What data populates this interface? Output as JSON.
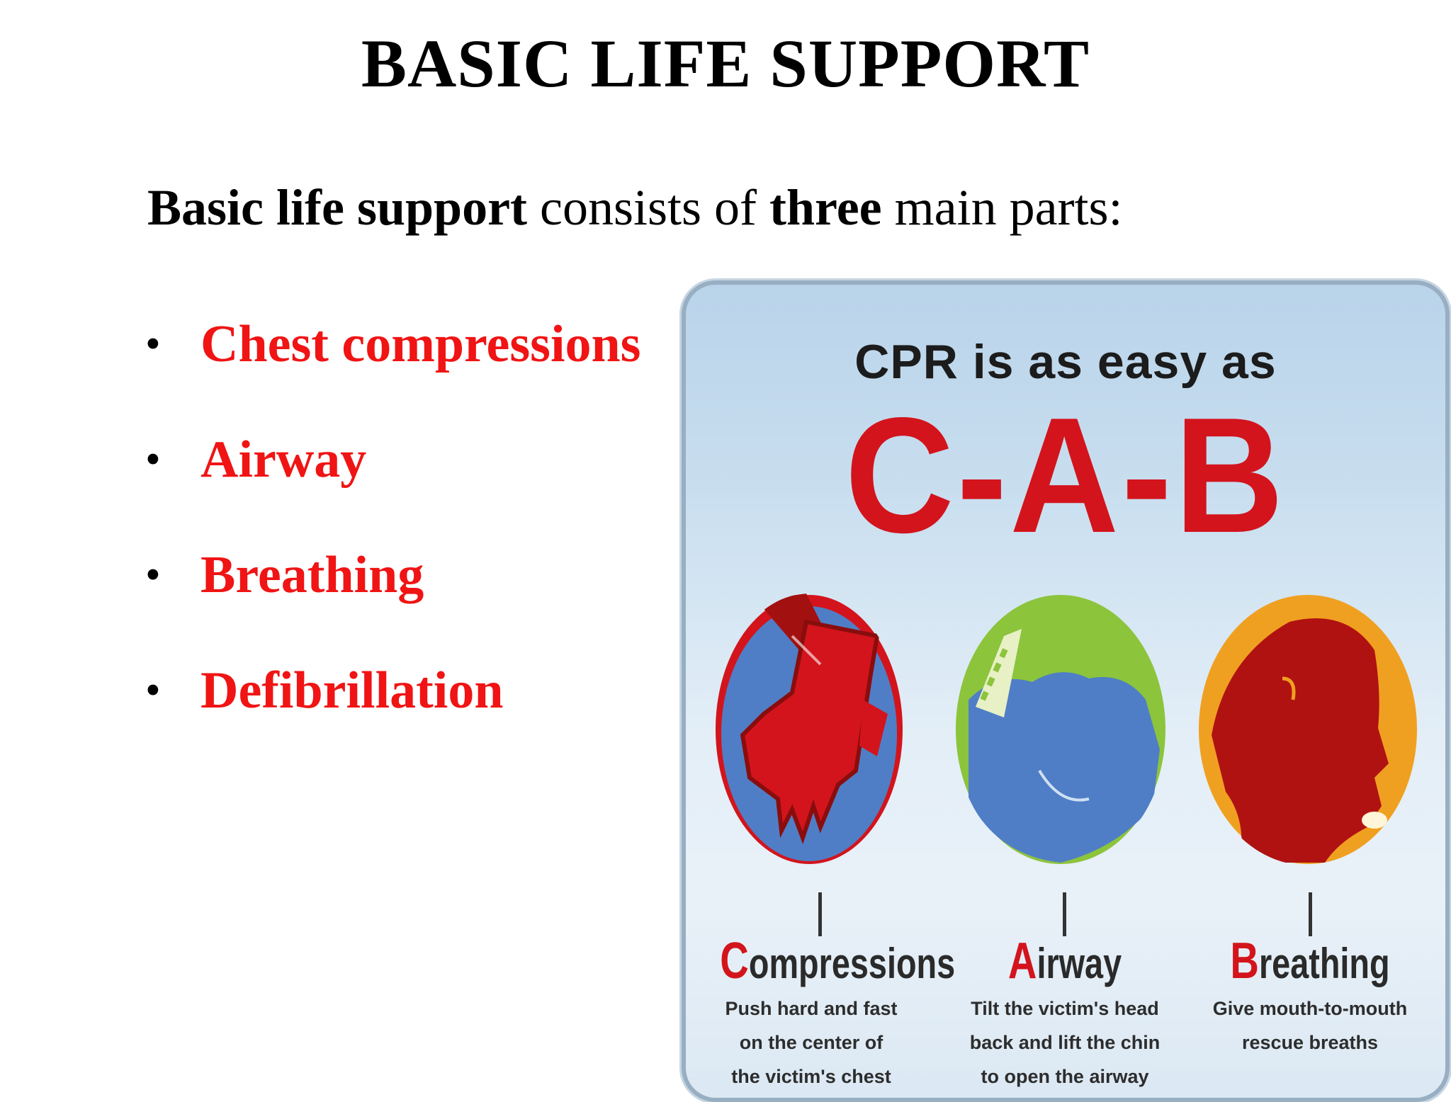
{
  "slide": {
    "title": "BASIC LIFE SUPPORT",
    "intro": {
      "p1": "Basic life support",
      "p2": " consists of ",
      "p3": "three",
      "p4": " main parts:"
    },
    "bullet_char": "•",
    "bullets": [
      "Chest compressions",
      "Airway",
      "Breathing",
      "Defibrillation"
    ]
  },
  "poster": {
    "caption": "CPR is as easy as",
    "headline": "C-A-B",
    "steps": [
      {
        "initial": "C",
        "rest": "ompressions",
        "lines": [
          "Push hard and fast",
          "on the center of",
          "the victim's chest"
        ]
      },
      {
        "initial": "A",
        "rest": "irway",
        "lines": [
          "Tilt the victim's head",
          "back and lift the chin",
          "to open the airway"
        ]
      },
      {
        "initial": "B",
        "rest": "reathing",
        "lines": [
          "Give mouth-to-mouth",
          "rescue breaths"
        ]
      }
    ]
  },
  "colors": {
    "accent_red": "#f01414",
    "poster_red": "#d3141c",
    "compress_bg": "#4f7ec6",
    "airway_bg": "#8cc43c",
    "breath_bg": "#f0a020"
  },
  "icons": [
    "hands-on-chest-icon",
    "head-tilt-icon",
    "rescue-breath-icon"
  ]
}
